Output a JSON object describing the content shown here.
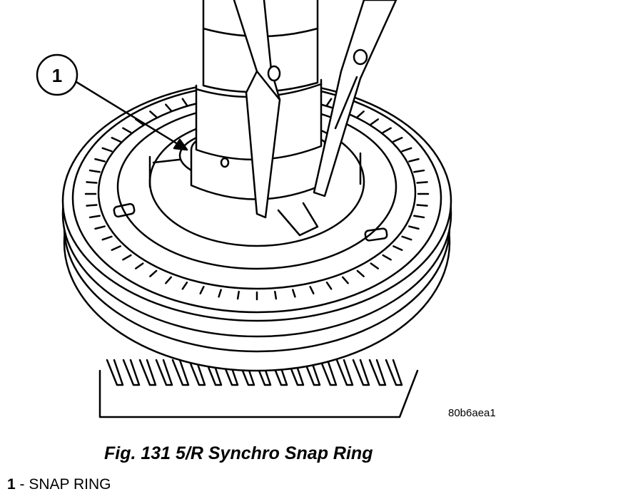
{
  "callout": {
    "number": "1"
  },
  "image_code": "80b6aea1",
  "figure": {
    "caption": "Fig. 131 5/R Synchro Snap Ring"
  },
  "legend": [
    {
      "number": "1",
      "separator": " - ",
      "label": "SNAP RING"
    }
  ]
}
